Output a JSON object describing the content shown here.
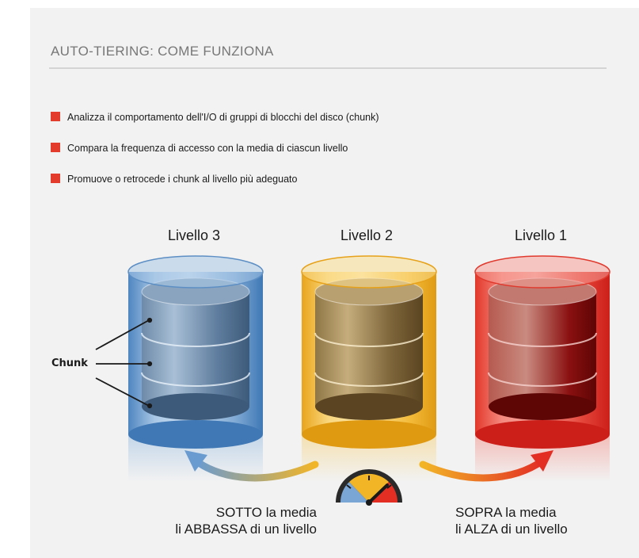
{
  "title": "AUTO-TIERING: COME FUNZIONA",
  "bullets": [
    "Analizza il comportamento dell'I/O di gruppi di blocchi del disco (chunk)",
    "Compara la frequenza di accesso con la media di ciascun livello",
    "Promuove o retrocede i chunk al livello più adeguato"
  ],
  "tiers": {
    "level3": "Livello 3",
    "level2": "Livello 2",
    "level1": "Livello 1"
  },
  "chunk_label": "Chunk",
  "captions": {
    "below_line1": "SOTTO la media",
    "below_line2": "li ABBASSA di un livello",
    "above_line1": "SOPRA la media",
    "above_line2": "li ALZA di un livello"
  },
  "colors": {
    "bullet": "#e33b2c",
    "tier3": "#5b93c9",
    "tier2": "#f2b526",
    "tier1": "#e8382c"
  }
}
